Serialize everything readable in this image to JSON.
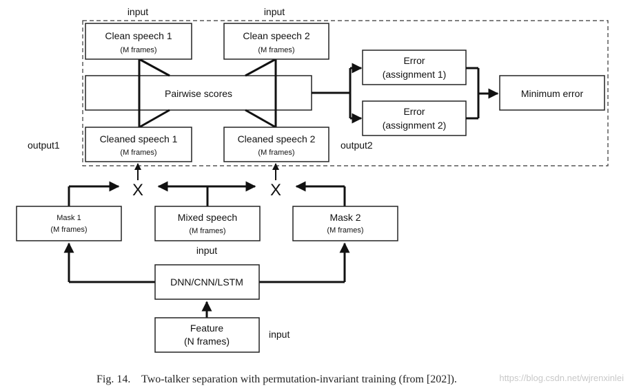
{
  "diagram": {
    "boxes": {
      "clean1": {
        "line1": "Clean speech 1",
        "line2": "(M frames)"
      },
      "clean2": {
        "line1": "Clean speech 2",
        "line2": "(M frames)"
      },
      "pairwise": {
        "line1": "Pairwise scores"
      },
      "cleaned1": {
        "line1": "Cleaned speech 1",
        "line2": "(M frames)"
      },
      "cleaned2": {
        "line1": "Cleaned speech 2",
        "line2": "(M frames)"
      },
      "error1": {
        "line1": "Error",
        "line2": "(assignment 1)"
      },
      "error2": {
        "line1": "Error",
        "line2": "(assignment 2)"
      },
      "minerror": {
        "line1": "Minimum error"
      },
      "mask1": {
        "line1": "Mask 1",
        "line2": "(M frames)"
      },
      "mixed": {
        "line1": "Mixed speech",
        "line2": "(M frames)"
      },
      "mask2": {
        "line1": "Mask 2",
        "line2": "(M frames)"
      },
      "dnn": {
        "line1": "DNN/CNN/LSTM"
      },
      "feature": {
        "line1": "Feature",
        "line2": "(N frames)"
      }
    },
    "labels": {
      "input_top_left": "input",
      "input_top_right": "input",
      "input_mixed": "input",
      "input_feature": "input",
      "output1": "output1",
      "output2": "output2"
    },
    "multiply_symbol": "X"
  },
  "caption": "Fig. 14.    Two-talker separation with permutation-invariant training (from [202]).",
  "watermark": "https://blog.csdn.net/wjrenxinlei"
}
